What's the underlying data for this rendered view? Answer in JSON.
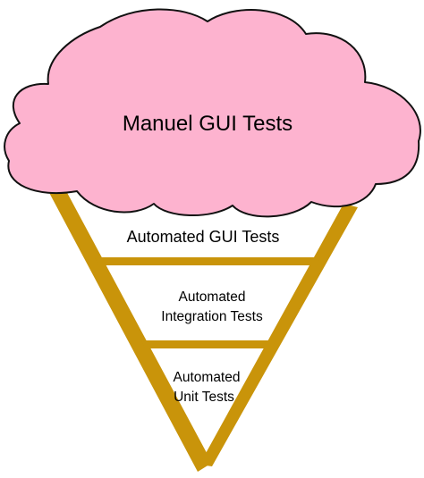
{
  "colors": {
    "cloud_fill": "#fdb3cf",
    "cloud_stroke": "#111111",
    "cone_color": "#c9940a",
    "text": "#000000"
  },
  "cloud": {
    "label": "Manuel GUI Tests"
  },
  "tiers": [
    {
      "lines": [
        "Automated GUI Tests"
      ]
    },
    {
      "lines": [
        "Automated",
        "Integration Tests"
      ]
    },
    {
      "lines": [
        "Automated",
        "Unit Tests"
      ]
    }
  ]
}
